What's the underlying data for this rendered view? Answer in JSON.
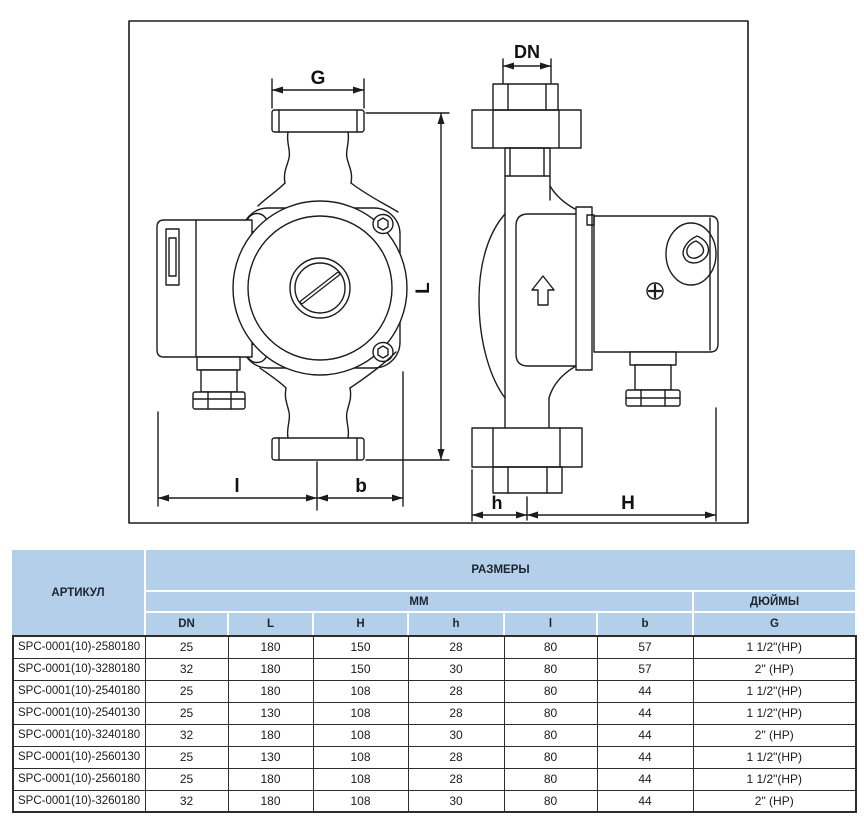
{
  "diagram": {
    "front_view": {
      "dim_g": "G",
      "dim_height": "L",
      "dim_left_width": "l",
      "dim_right_width": "b"
    },
    "side_view": {
      "dim_dn": "DN",
      "dim_depth_small": "h",
      "dim_depth_big": "H"
    }
  },
  "table": {
    "article_header": "АРТИКУЛ",
    "sizes_header": "РАЗМЕРЫ",
    "mm_header": "ММ",
    "inches_header": "ДЮЙМЫ",
    "unit_columns": [
      "DN",
      "L",
      "H",
      "h",
      "l",
      "b",
      "G"
    ],
    "rows": [
      {
        "article": "SPC-0001(10)-2580180",
        "dn": "25",
        "L": "180",
        "H": "150",
        "h": "28",
        "l": "80",
        "b": "57",
        "G": "1 1/2\"(HP)"
      },
      {
        "article": "SPC-0001(10)-3280180",
        "dn": "32",
        "L": "180",
        "H": "150",
        "h": "30",
        "l": "80",
        "b": "57",
        "G": "2\" (HP)"
      },
      {
        "article": "SPC-0001(10)-2540180",
        "dn": "25",
        "L": "180",
        "H": "108",
        "h": "28",
        "l": "80",
        "b": "44",
        "G": "1 1/2\"(HP)"
      },
      {
        "article": "SPC-0001(10)-2540130",
        "dn": "25",
        "L": "130",
        "H": "108",
        "h": "28",
        "l": "80",
        "b": "44",
        "G": "1 1/2\"(HP)"
      },
      {
        "article": "SPC-0001(10)-3240180",
        "dn": "32",
        "L": "180",
        "H": "108",
        "h": "30",
        "l": "80",
        "b": "44",
        "G": "2\" (HP)"
      },
      {
        "article": "SPC-0001(10)-2560130",
        "dn": "25",
        "L": "130",
        "H": "108",
        "h": "28",
        "l": "80",
        "b": "44",
        "G": "1 1/2\"(HP)"
      },
      {
        "article": "SPC-0001(10)-2560180",
        "dn": "25",
        "L": "180",
        "H": "108",
        "h": "28",
        "l": "80",
        "b": "44",
        "G": "1 1/2\"(HP)"
      },
      {
        "article": "SPC-0001(10)-3260180",
        "dn": "32",
        "L": "180",
        "H": "108",
        "h": "30",
        "l": "80",
        "b": "44",
        "G": "2\" (HP)"
      }
    ]
  }
}
